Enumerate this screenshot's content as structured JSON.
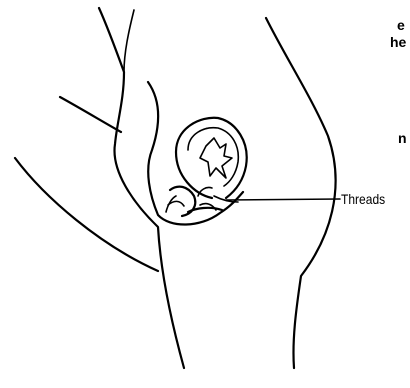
{
  "labels": {
    "threads": "Threads"
  },
  "cropped_text_fragments": [
    "e",
    "he",
    "n"
  ]
}
